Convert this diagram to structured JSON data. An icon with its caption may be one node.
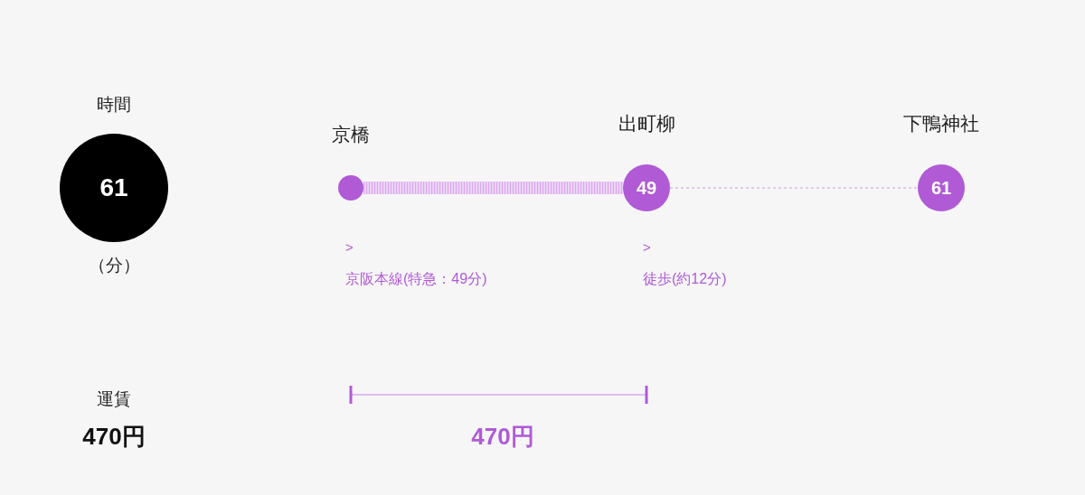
{
  "diagram": {
    "nodes": [
      {
        "text": [
          "時間",
          "61"
        ],
        "beside": [
          "（分）"
        ]
      },
      {
        "text": [
          "京橋"
        ]
      },
      {
        "text": [
          "出町柳",
          "49"
        ]
      },
      {
        "text": [
          "下鴨神社",
          "61"
        ]
      }
    ],
    "edges": [
      {
        "from": 1,
        "to": 2,
        "arrow": "none",
        "style": "thick"
      },
      {
        "from": 2,
        "to": 3,
        "arrow": "none",
        "style": "dashed"
      }
    ],
    "labels": [
      ">",
      "京阪本線(特急：49分)",
      ">",
      "徒歩(約12分)",
      "運賃",
      "470円",
      "470円"
    ]
  }
}
